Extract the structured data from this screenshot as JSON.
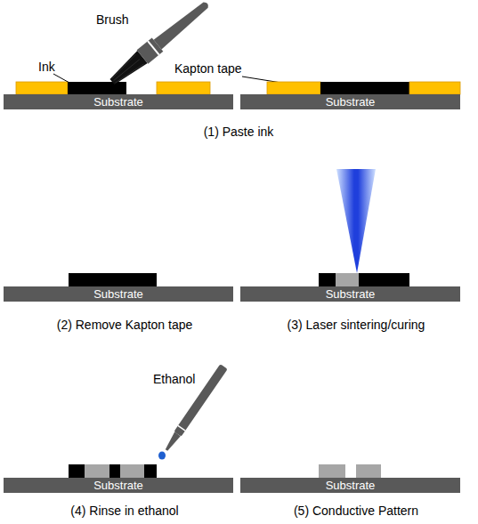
{
  "diagram": {
    "nodes": [
      {
        "text": [
          "Substrate"
        ]
      },
      {
        "text": [
          "Substrate"
        ]
      },
      {
        "text": [
          "Substrate"
        ]
      },
      {
        "text": [
          "Substrate"
        ]
      },
      {
        "text": [
          "Substrate"
        ]
      },
      {
        "text": [
          "Substrate"
        ]
      }
    ],
    "labels": [
      "Brush",
      "Ink",
      "Kapton tape",
      "(1) Paste ink",
      "(2) Remove Kapton tape",
      "(3) Laser sintering/curing",
      "Ethanol",
      "(4) Rinse in ethanol",
      "(5) Conductive Pattern"
    ]
  }
}
